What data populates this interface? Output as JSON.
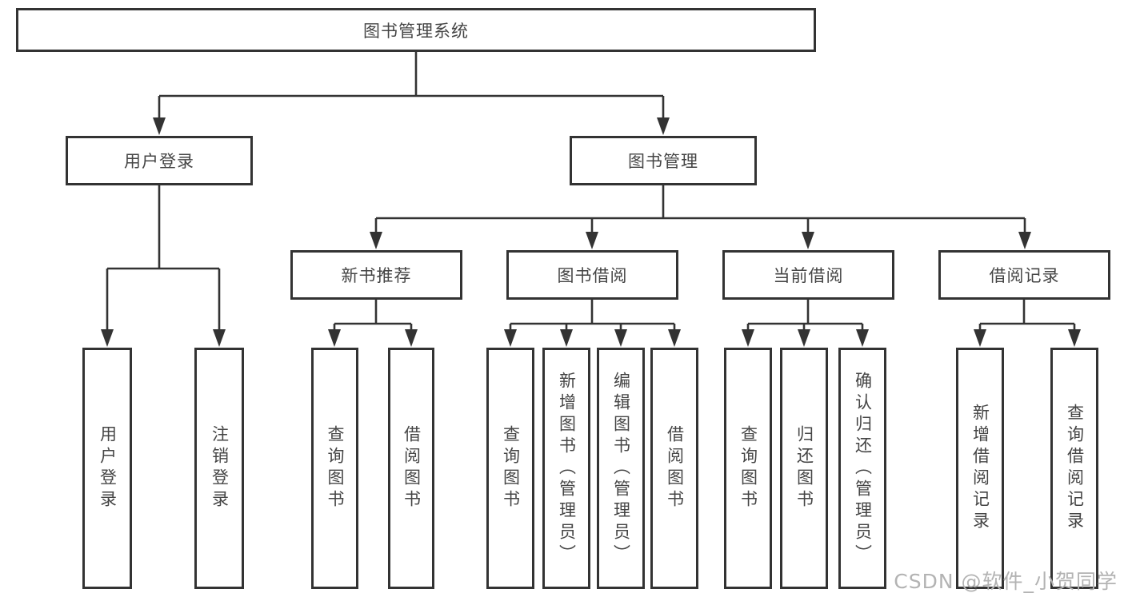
{
  "diagram_title": "图书管理系统",
  "tree": {
    "root": {
      "label": "图书管理系统"
    },
    "level2": [
      {
        "label": "用户登录"
      },
      {
        "label": "图书管理"
      }
    ],
    "level3": [
      {
        "label": "新书推荐",
        "parent": "图书管理"
      },
      {
        "label": "图书借阅",
        "parent": "图书管理"
      },
      {
        "label": "当前借阅",
        "parent": "图书管理"
      },
      {
        "label": "借阅记录",
        "parent": "图书管理"
      }
    ],
    "leaves": [
      {
        "label": "用户登录",
        "parent": "用户登录"
      },
      {
        "label": "注销登录",
        "parent": "用户登录"
      },
      {
        "label": "查询图书",
        "parent": "新书推荐"
      },
      {
        "label": "借阅图书",
        "parent": "新书推荐"
      },
      {
        "label": "查询图书",
        "parent": "图书借阅"
      },
      {
        "label": "新增图书（管理员）",
        "parent": "图书借阅"
      },
      {
        "label": "编辑图书（管理员）",
        "parent": "图书借阅"
      },
      {
        "label": "借阅图书",
        "parent": "图书借阅"
      },
      {
        "label": "查询图书",
        "parent": "当前借阅"
      },
      {
        "label": "归还图书",
        "parent": "当前借阅"
      },
      {
        "label": "确认归还（管理员）",
        "parent": "当前借阅"
      },
      {
        "label": "新增借阅记录",
        "parent": "借阅记录"
      },
      {
        "label": "查询借阅记录",
        "parent": "借阅记录"
      }
    ]
  },
  "watermark": "CSDN @软件_小贺同学",
  "colors": {
    "line": "#333333",
    "text": "#454545",
    "watermark": "#b3b3b3",
    "background": "#ffffff"
  }
}
